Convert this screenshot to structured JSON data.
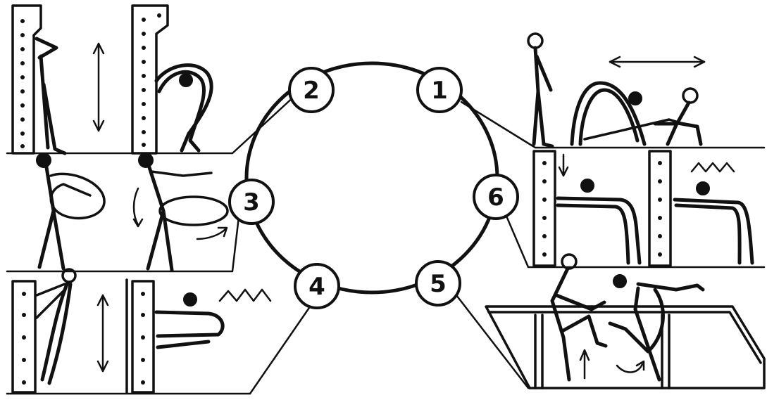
{
  "diagram": {
    "stations": [
      {
        "id": "1",
        "label": "1"
      },
      {
        "id": "2",
        "label": "2"
      },
      {
        "id": "3",
        "label": "3"
      },
      {
        "id": "4",
        "label": "4"
      },
      {
        "id": "5",
        "label": "5"
      },
      {
        "id": "6",
        "label": "6"
      }
    ]
  }
}
